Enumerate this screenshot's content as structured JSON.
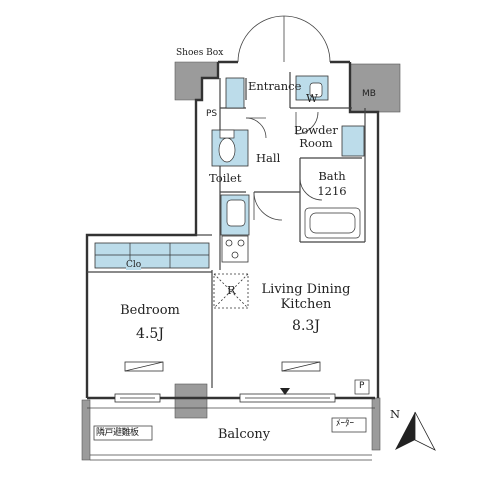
{
  "floorplan": {
    "rooms": {
      "shoes_box": "Shoes Box",
      "entrance": "Entrance",
      "ps": "PS",
      "mb": "MB",
      "w": "W",
      "powder_room": "Powder Room",
      "toilet": "Toilet",
      "hall": "Hall",
      "bath": "Bath",
      "bath_size": "1216",
      "closet": "Clo",
      "refrigerator": "R",
      "bedroom": "Bedroom",
      "bedroom_size": "4.5J",
      "ldk": "Living Dining Kitchen",
      "ldk_size": "8.3J",
      "p": "P",
      "balcony": "Balcony",
      "aircon_unit": "隣戸避難板",
      "meter_box": "ﾒｰﾀｰ"
    },
    "compass": {
      "label": "N"
    },
    "colors": {
      "fixture_blue": "#bcdcea",
      "wall_gray": "#9b9b9b",
      "line": "#333333"
    }
  }
}
